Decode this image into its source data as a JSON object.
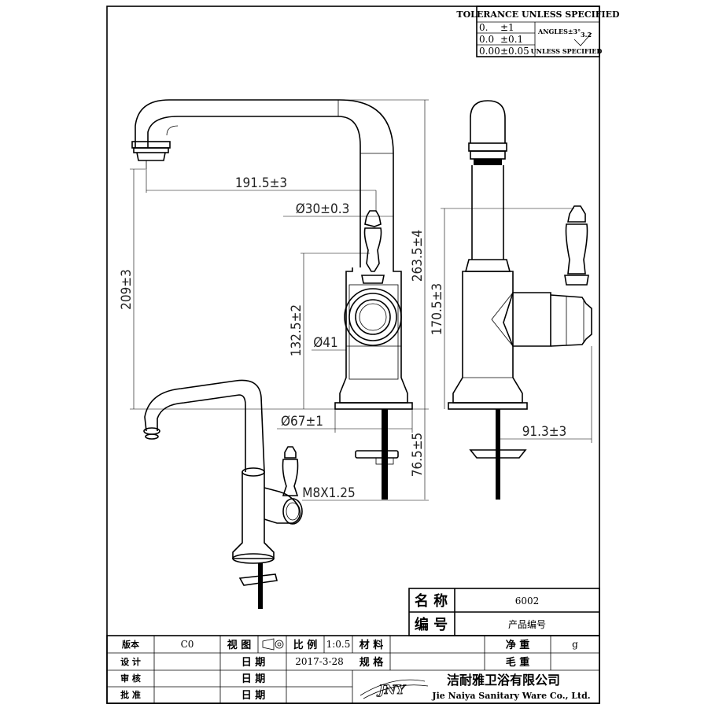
{
  "tolerance": {
    "title": "TOLERANCE UNLESS SPECIFIED",
    "rows": [
      {
        "digits": "0.",
        "tol": "±1"
      },
      {
        "digits": "0.0",
        "tol": "±0.1"
      },
      {
        "digits": "0.00",
        "tol": "±0.05"
      }
    ],
    "angles": "ANGLES±3°",
    "roughness": "3.2",
    "unless": "UNLESS SPECIFIED"
  },
  "dimensions": {
    "reach": "191.5±3",
    "spout_dia": "Ø30±0.3",
    "total_height": "263.5±4",
    "spout_height": "209±3",
    "handle_height": "132.5±2",
    "body_dia": "Ø41",
    "base_dia": "Ø67±1",
    "shank_length": "76.5±5",
    "thread": "M8X1.25",
    "side_height": "170.5±3",
    "handle_reach": "91.3±3"
  },
  "title_block": {
    "name_label": "名 称",
    "name_value": "6002",
    "code_label": "编 号",
    "code_value": "产品编号",
    "version_label": "版本",
    "version_value": "C0",
    "view_label": "视 图",
    "scale_label": "比 例",
    "scale_value": "1:0.5",
    "material_label": "材 料",
    "net_weight_label": "净 重",
    "weight_unit": "g",
    "design_label": "设 计",
    "date_label": "日 期",
    "date_value": "2017-3-28",
    "spec_label": "规 格",
    "gross_weight_label": "毛 重",
    "review_label": "审 核",
    "approve_label": "批 准",
    "logo_text": "JNY",
    "company_cn": "洁耐雅卫浴有限公司",
    "company_en": "Jie Naiya Sanitary Ware Co., Ltd."
  }
}
